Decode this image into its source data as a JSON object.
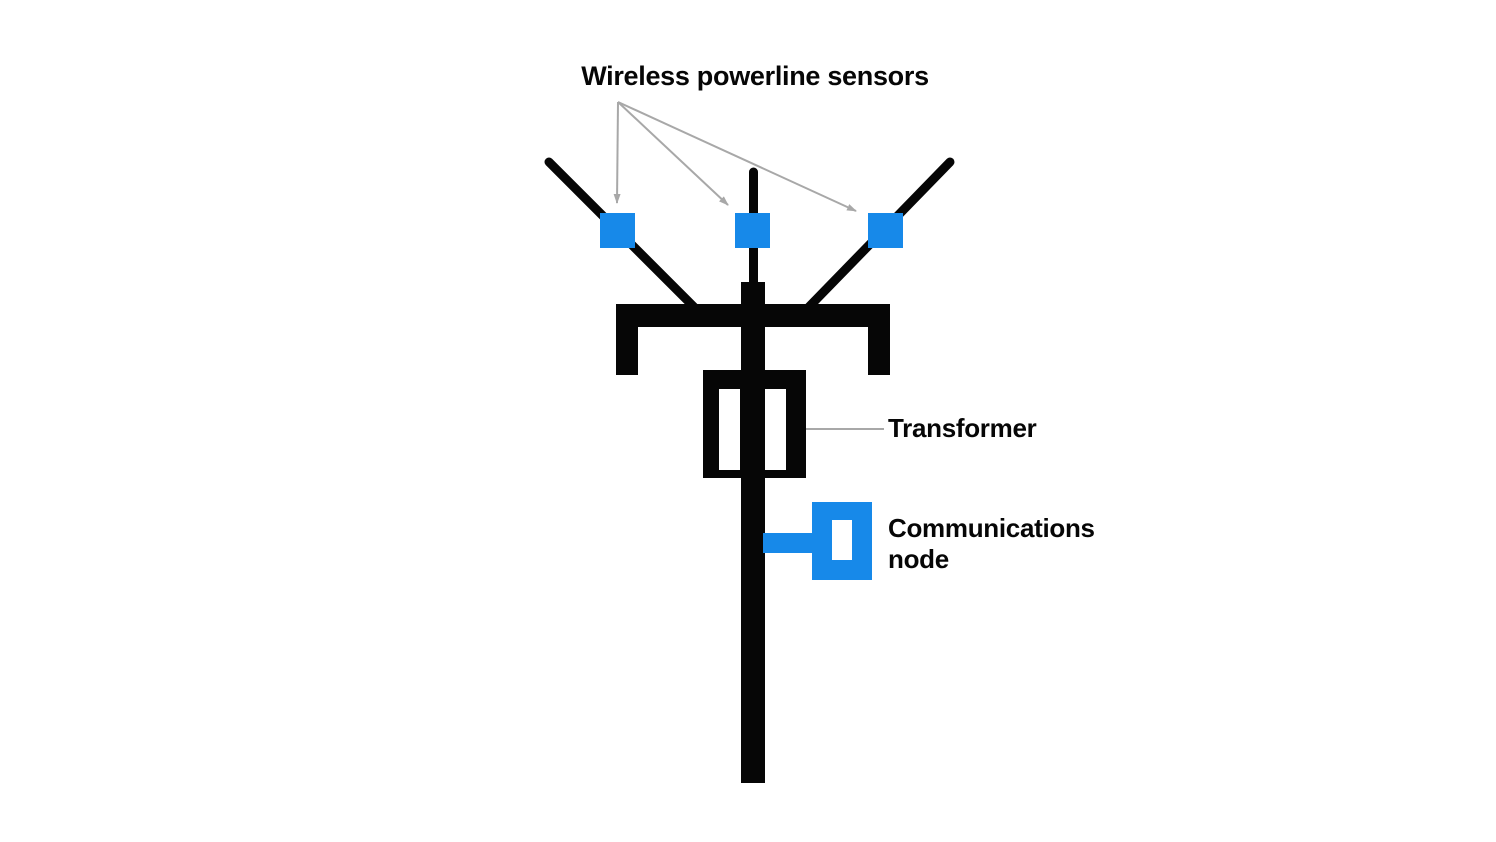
{
  "diagram": {
    "title": "Wireless powerline sensors",
    "sensor_count": 3,
    "labels": {
      "transformer": "Transformer",
      "communications_node_line1": "Communications",
      "communications_node_line2": "node"
    },
    "colors": {
      "component_black": "#060606",
      "accent_blue": "#1789e9",
      "annotation_gray": "#a8a8a8",
      "background": "#ffffff"
    }
  }
}
